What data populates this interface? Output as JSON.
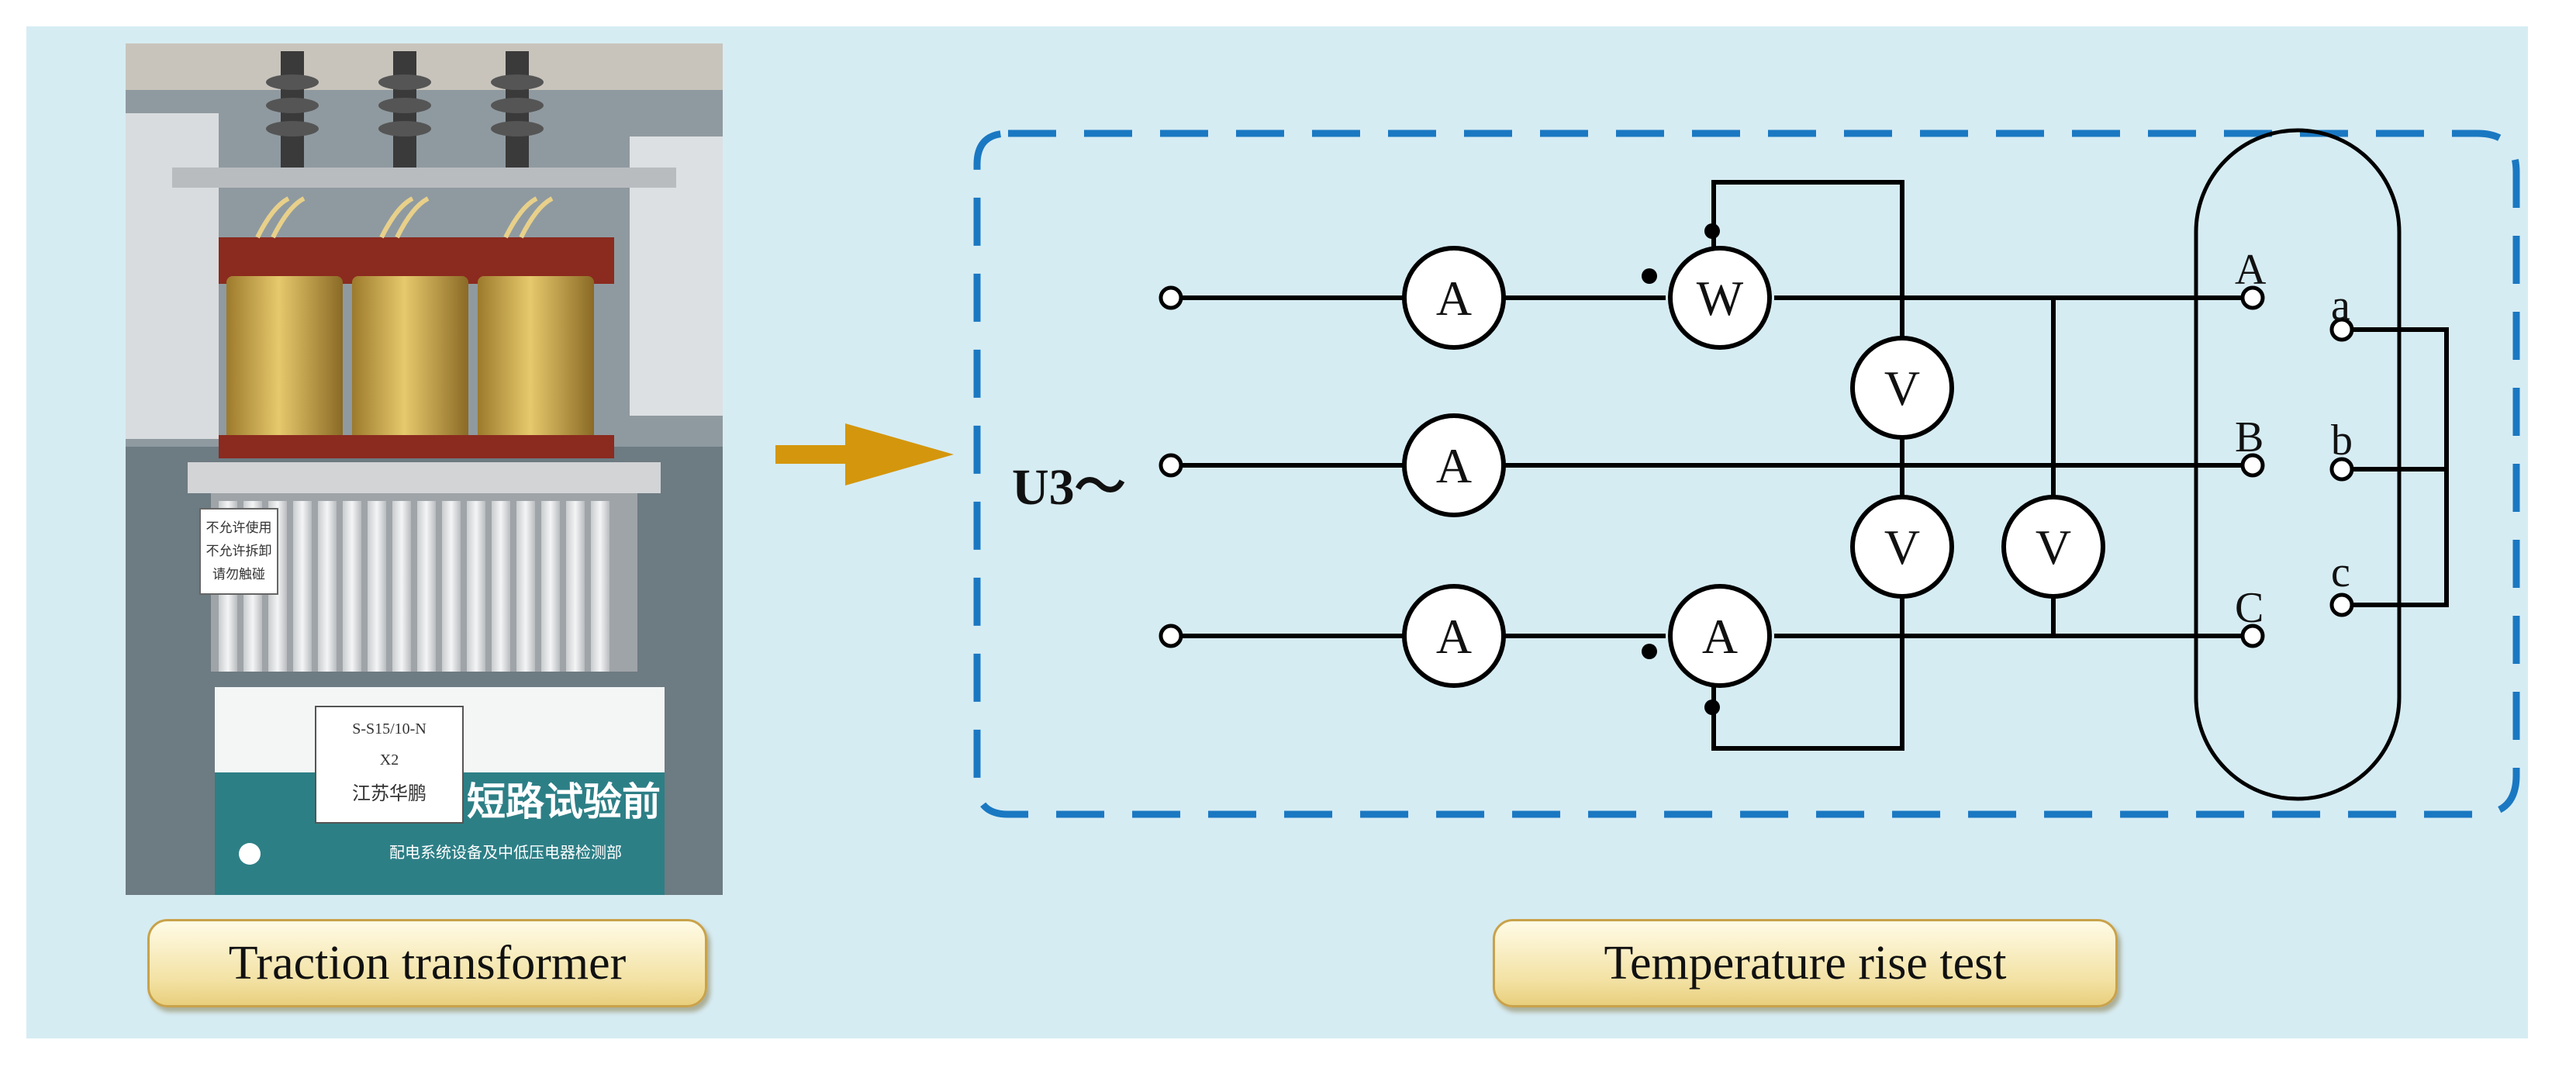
{
  "captions": {
    "left": "Traction transformer",
    "right": "Temperature rise test"
  },
  "photo_text": {
    "plate_main": "短路试验前",
    "plate_model": "S-S15/10-N",
    "plate_no": "X2",
    "plate_maker": "江苏华鹏",
    "plate_dept": "配电系统设备及中低压电器检测部",
    "warning_1": "不允许使用",
    "warning_2": "不允许拆卸",
    "warning_3": "请勿触碰"
  },
  "diagram": {
    "source_label": "U3～",
    "meters": {
      "ammeter": "A",
      "wattmeter": "W",
      "voltmeter": "V"
    },
    "terminals_primary": [
      "A",
      "B",
      "C"
    ],
    "terminals_secondary": [
      "a",
      "b",
      "c"
    ]
  },
  "colors": {
    "panel_background": "#d6ecf3",
    "dashed_border": "#1a78c2",
    "arrow": "#d4960c",
    "caption_fill": "#f3e2a4"
  }
}
